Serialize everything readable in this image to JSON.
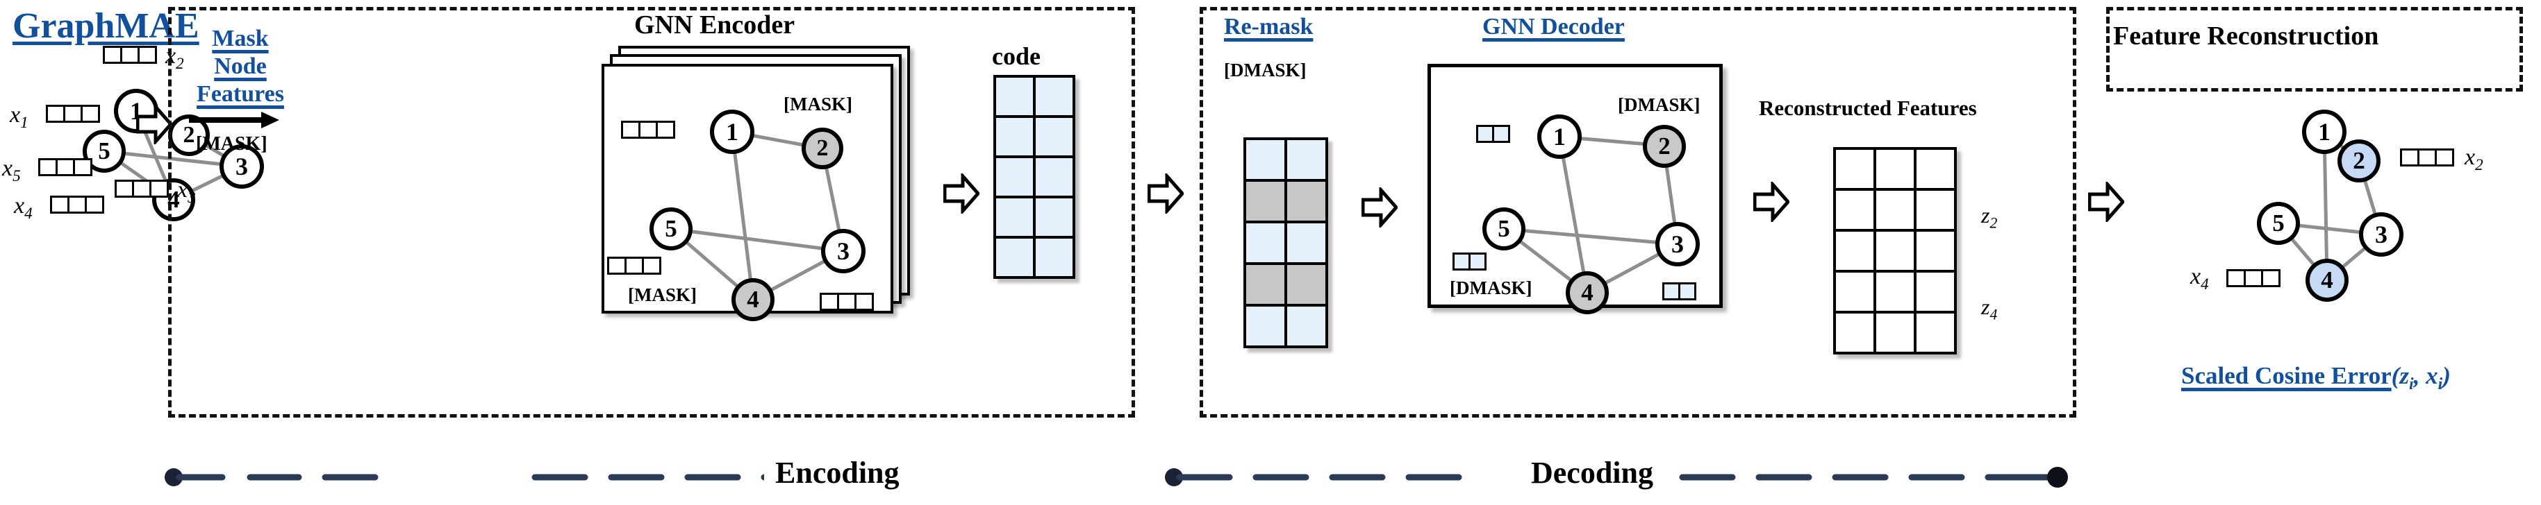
{
  "brand": {
    "title": "GraphMAE",
    "color": "#12509e"
  },
  "input_graph": {
    "nodes": [
      {
        "id": "1",
        "label": "1",
        "state": "normal"
      },
      {
        "id": "2",
        "label": "2",
        "state": "normal"
      },
      {
        "id": "3",
        "label": "3",
        "state": "normal"
      },
      {
        "id": "4",
        "label": "4",
        "state": "normal"
      },
      {
        "id": "5",
        "label": "5",
        "state": "normal"
      }
    ],
    "edges": [
      [
        "1",
        "2"
      ],
      [
        "2",
        "3"
      ],
      [
        "3",
        "5"
      ],
      [
        "3",
        "4"
      ],
      [
        "5",
        "4"
      ],
      [
        "1",
        "4"
      ]
    ],
    "feature_labels": [
      "x_1",
      "x_2",
      "x_3",
      "x_4",
      "x_5"
    ],
    "feature_cells": 3
  },
  "encoding_stage": {
    "name": "Encoding",
    "mask_label": "Mask\nNode\nFeatures",
    "mask_label_lines": [
      "Mask",
      "Node",
      "Features"
    ],
    "mask_token": "[MASK]",
    "encoder_title": "GNN Encoder",
    "masked_nodes": [
      "2",
      "4"
    ],
    "mask_tokens_in_panel": [
      "[MASK]",
      "[MASK]"
    ],
    "code_title": "code",
    "code_matrix": {
      "rows": 5,
      "cols": 2,
      "fill": "#e4f0fb"
    }
  },
  "decoding_stage": {
    "name": "Decoding",
    "remask_title": "Re-mask",
    "dmask_token": "[DMASK]",
    "remask_matrix": {
      "rows": 5,
      "cols": 2,
      "blue_rows": [
        1,
        3,
        5
      ],
      "gray_rows": [
        2,
        4
      ]
    },
    "decoder_title": "GNN Decoder",
    "dmask_tokens_in_panel": [
      "[DMASK]",
      "[DMASK]"
    ],
    "remasked_nodes": [
      "2",
      "4"
    ],
    "reconstructed_title": "Reconstructed Features",
    "reconstructed_matrix": {
      "rows": 5,
      "cols": 3
    },
    "reconstructed_row_labels": [
      "z_2",
      "z_4"
    ]
  },
  "reconstruction_stage": {
    "title": "Feature Reconstruction",
    "highlight_nodes": [
      "2",
      "4"
    ],
    "feature_labels": [
      "x_2",
      "x_4"
    ],
    "loss_label": "Scaled Cosine Error",
    "loss_args": "(z_i, x_i)"
  },
  "rail": {
    "encoding_label": "Encoding",
    "decoding_label": "Decoding",
    "color": "#2b3a55"
  },
  "icons": {
    "block_arrow": "block-arrow-right-icon",
    "plain_arrow": "arrow-right-icon"
  }
}
